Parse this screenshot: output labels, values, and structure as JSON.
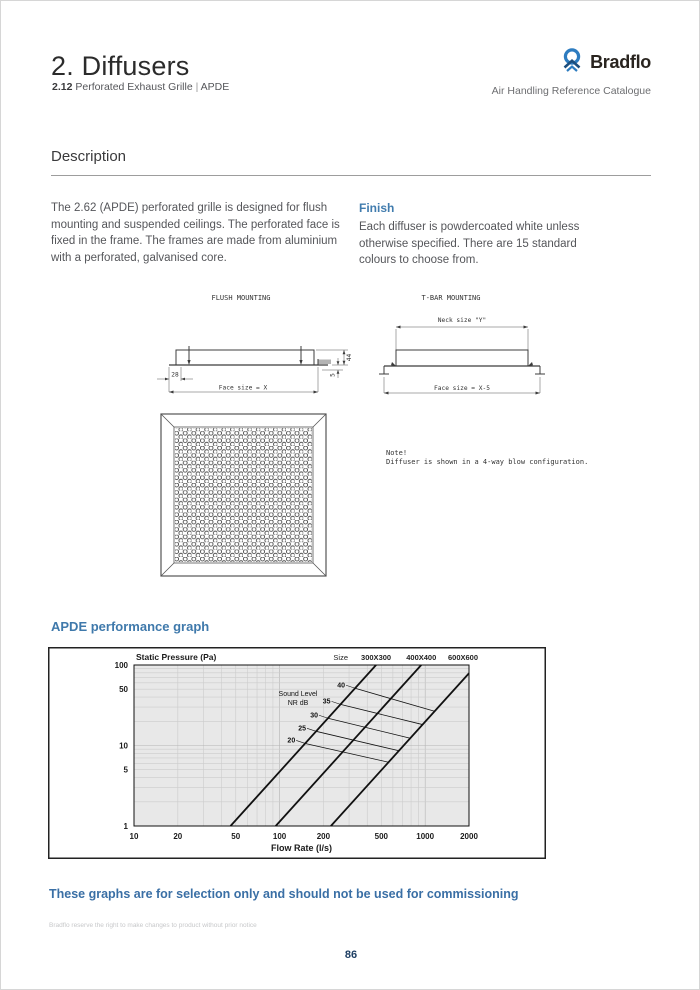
{
  "header": {
    "title": "2. Diffusers",
    "section_number": "2.12",
    "section_name": "Perforated Exhaust Grille",
    "separator": "|",
    "product_code": "APDE",
    "brand_name": "Bradflo",
    "catalogue_name": "Air Handling Reference Catalogue",
    "brand_blue": "#2d7cc0",
    "brand_navy": "#1c4e7e"
  },
  "description": {
    "heading": "Description",
    "paragraph": "The 2.62 (APDE) perforated grille is designed for flush mounting and suspended ceilings. The perforated face is fixed in the frame. The frames are made from aluminium with a perforated, galvanised core.",
    "finish": {
      "heading": "Finish",
      "paragraph": "Each diffuser is powdercoated white unless otherwise specified. There are 15 standard colours to choose from."
    }
  },
  "drawings": {
    "flush": {
      "title": "FLUSH MOUNTING",
      "dim_left": "28",
      "dim_face": "Face size = X",
      "dim_depth": "44",
      "dim_lip": "5"
    },
    "tbar": {
      "title": "T-BAR MOUNTING",
      "dim_neck": "Neck size \"Y\"",
      "dim_face": "Face size = X-5"
    },
    "note_title": "Note!",
    "note_text": "Diffuser is shown in a 4-way blow configuration."
  },
  "performance": {
    "heading": "APDE performance graph"
  },
  "chart_data": {
    "type": "line",
    "title": "APDE performance graph",
    "xlabel": "Flow Rate (l/s)",
    "ylabel": "Static Pressure (Pa)",
    "xscale": "log",
    "yscale": "log",
    "xlim": [
      10,
      2000
    ],
    "ylim": [
      1,
      100
    ],
    "x_ticks": [
      10,
      20,
      50,
      100,
      200,
      500,
      1000,
      2000
    ],
    "y_ticks": [
      1,
      5,
      10,
      50,
      100
    ],
    "grid": true,
    "plot_bg": "#e8e8e8",
    "size_legend_label": "Size",
    "series": [
      {
        "name": "300X300",
        "points": [
          [
            46,
            1
          ],
          [
            460,
            100
          ]
        ]
      },
      {
        "name": "400X400",
        "points": [
          [
            94,
            1
          ],
          [
            940,
            100
          ]
        ]
      },
      {
        "name": "600X600",
        "points": [
          [
            225,
            1
          ],
          [
            2000,
            79
          ]
        ]
      }
    ],
    "sound_label": [
      "Sound Level",
      "NR  dB"
    ],
    "nr_lines": [
      {
        "nr": "20",
        "from": [
          150,
          10.6
        ],
        "to": [
          560,
          6.2
        ]
      },
      {
        "nr": "25",
        "from": [
          178,
          15.0
        ],
        "to": [
          660,
          8.6
        ]
      },
      {
        "nr": "30",
        "from": [
          215,
          21.8
        ],
        "to": [
          790,
          12.3
        ]
      },
      {
        "nr": "35",
        "from": [
          262,
          32.4
        ],
        "to": [
          960,
          18.2
        ]
      },
      {
        "nr": "40",
        "from": [
          330,
          51.4
        ],
        "to": [
          1160,
          26.6
        ]
      }
    ]
  },
  "footer": {
    "selection_warning": "These graphs are for selection only and should not be used for commissioning",
    "disclaimer": "Bradflo reserve the right to make changes to product without prior notice",
    "page_number": "86"
  }
}
